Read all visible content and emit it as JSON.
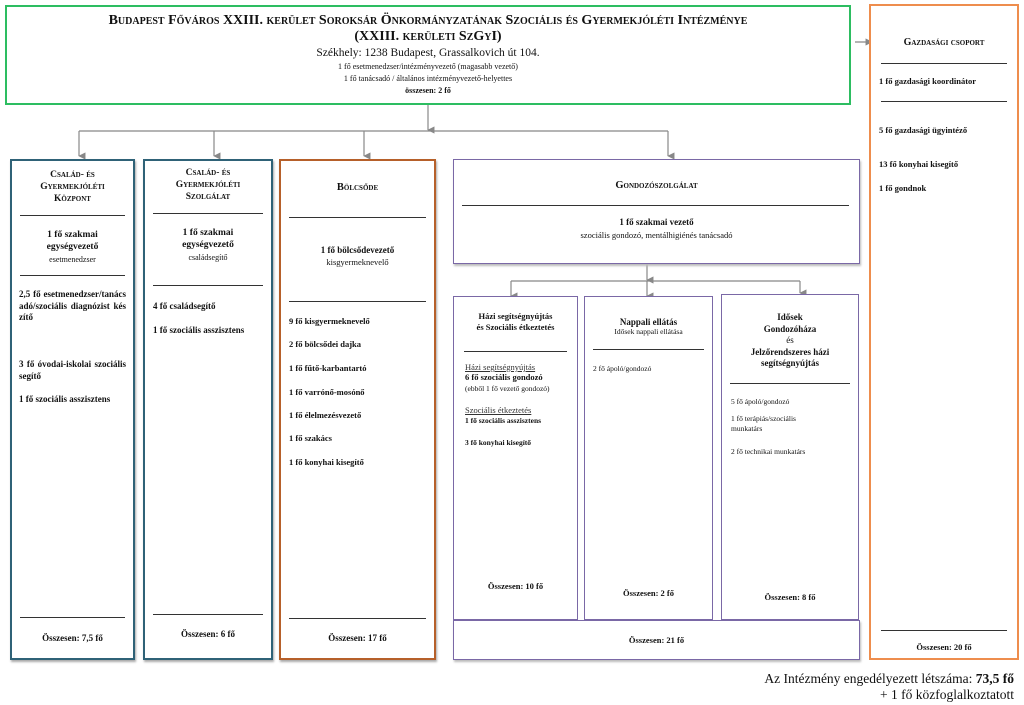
{
  "colors": {
    "top_border": "#2dbd61",
    "family_border": "#2f6277",
    "nursery_border": "#b6602a",
    "care_border": "#7a68a6",
    "economic_border": "#ee8d4d",
    "connector": "#888888"
  },
  "top": {
    "title_line1": "Budapest Főváros XXIII. kerület Soroksár Önkormányzatának Szociális és Gyermekjóléti Intézménye",
    "title_line2": "(XXIII. kerületi SzGyI)",
    "address": "Székhely: 1238 Budapest, Grassalkovich út 104.",
    "staff": [
      "1 fő esetmenedzser/intézményvezető (magasabb vezető)",
      "1 fő tanácsadó / általános intézményvezető-helyettes"
    ],
    "total": "összesen: 2 fő"
  },
  "economic": {
    "title": "Gazdasági csoport",
    "leader": "1 fő gazdasági koordinátor",
    "staff": [
      "5 fő gazdasági ügyintéző",
      "13 fő konyhai kisegítő",
      "1 fő gondnok"
    ],
    "total": "Összesen: 20 fő"
  },
  "family_center": {
    "title": [
      "Család- és",
      "Gyermekjóléti",
      "Központ"
    ],
    "leader_bold": "1 fő szakmai egységvezető",
    "leader_role": "esetmenedzser",
    "staff": [
      "2,5 fő esetmenedzser/tanácsadó/szociális diagnózist készítő",
      "3 fő óvodai-iskolai szociális segítő",
      "1 fő szociális asszisztens"
    ],
    "total": "Összesen: 7,5 fő"
  },
  "family_service": {
    "title": [
      "Család- és",
      "Gyermekjóléti",
      "Szolgálat"
    ],
    "leader_bold": "1 fő szakmai egységvezető",
    "leader_role": "családsegítő",
    "staff": [
      "4 fő családsegítő",
      "1 fő szociális asszisztens"
    ],
    "total": "Összesen: 6 fő"
  },
  "nursery": {
    "title": "Bölcsőde",
    "leader_bold": "1 fő bölcsődevezető",
    "leader_role": "kisgyermeknevelő",
    "staff": [
      "9 fő kisgyermeknevelő",
      "2 fő bölcsődei dajka",
      "1 fő fűtő-karbantartó",
      "1 fő varrónő-mosónő",
      "1 fő élelmezésvezető",
      "1 fő szakács",
      "1 fő konyhai kisegítő"
    ],
    "total": "Összesen: 17 fő"
  },
  "care": {
    "title": "Gondozószolgálat",
    "leader_bold": "1 fő szakmai vezető",
    "leader_role": "szociális gondozó, mentálhigiénés tanácsadó",
    "total": "Összesen: 21 fő",
    "home": {
      "title": [
        "Házi segítségnyújtás",
        "és Szociális étkeztetés"
      ],
      "sub1_heading": "Házi segítségnyújtás",
      "sub1_bold": "6 fő szociális gondozó",
      "sub1_note": "(ebből 1 fő vezető gondozó)",
      "sub2_heading": "Szociális étkeztetés",
      "sub2_bold": "1 fő szociális asszisztens",
      "sub2_extra": "3 fő konyhai kisegítő",
      "total": "Összesen: 10 fő"
    },
    "day": {
      "title": "Nappali ellátás",
      "subtitle": "Idősek nappali ellátása",
      "staff": [
        "2 fő ápoló/gondozó"
      ],
      "total": "Összesen: 2 fő"
    },
    "elderly": {
      "title": [
        "Idősek",
        "Gondozóháza",
        "és",
        "Jelzőrendszeres házi",
        "segítségnyújtás"
      ],
      "staff": [
        "5 fő ápoló/gondozó",
        "1 fő terápiás/szociális munkatárs",
        "2 fő technikai munkatárs"
      ],
      "total": "Összesen: 8 fő"
    }
  },
  "footer": {
    "line1_prefix": "Az Intézmény engedélyezett létszáma: ",
    "line1_value": "73,5 fő",
    "line2": "+ 1 fő közfoglalkoztatott"
  }
}
